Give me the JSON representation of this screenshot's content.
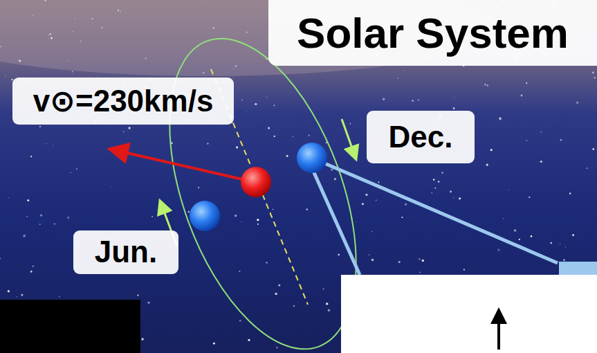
{
  "diagram": {
    "title": "Solar System",
    "nodes": [
      {
        "text": [
          "v⊙=230km/s"
        ]
      },
      {
        "text": [
          "Dec."
        ]
      },
      {
        "text": [
          "Jun."
        ]
      }
    ]
  }
}
